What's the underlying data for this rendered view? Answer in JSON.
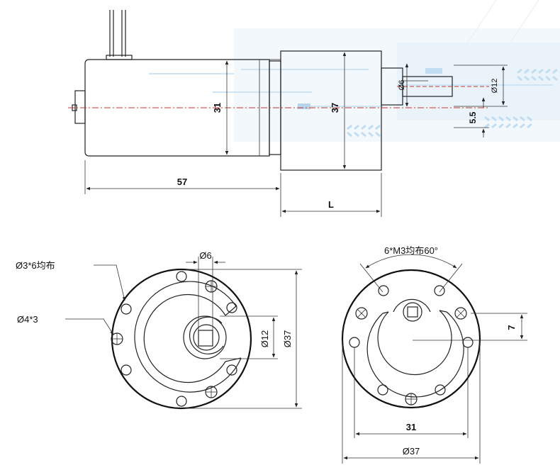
{
  "side_view": {
    "dim_body_length": "57",
    "dim_motor_dia": "31",
    "dim_gear_dia": "37",
    "dim_gear_length": "L",
    "dim_shaft_dia": "Ø6",
    "dim_boss_dia": "Ø12",
    "dim_flat": "5.5"
  },
  "front_view": {
    "label_mount_holes": "Ø3*6均布",
    "label_holes": "Ø4*3",
    "dim_shaft": "Ø6",
    "dim_boss": "Ø12",
    "dim_outer": "Ø37"
  },
  "rear_view": {
    "label_threads": "6*M3均布60°",
    "dim_offset": "7",
    "dim_pcd": "31",
    "dim_outer": "Ø37"
  },
  "colors": {
    "background": "#ffffff",
    "accent_blue": "#8fc3e8",
    "centerline_red": "#c0392b"
  }
}
